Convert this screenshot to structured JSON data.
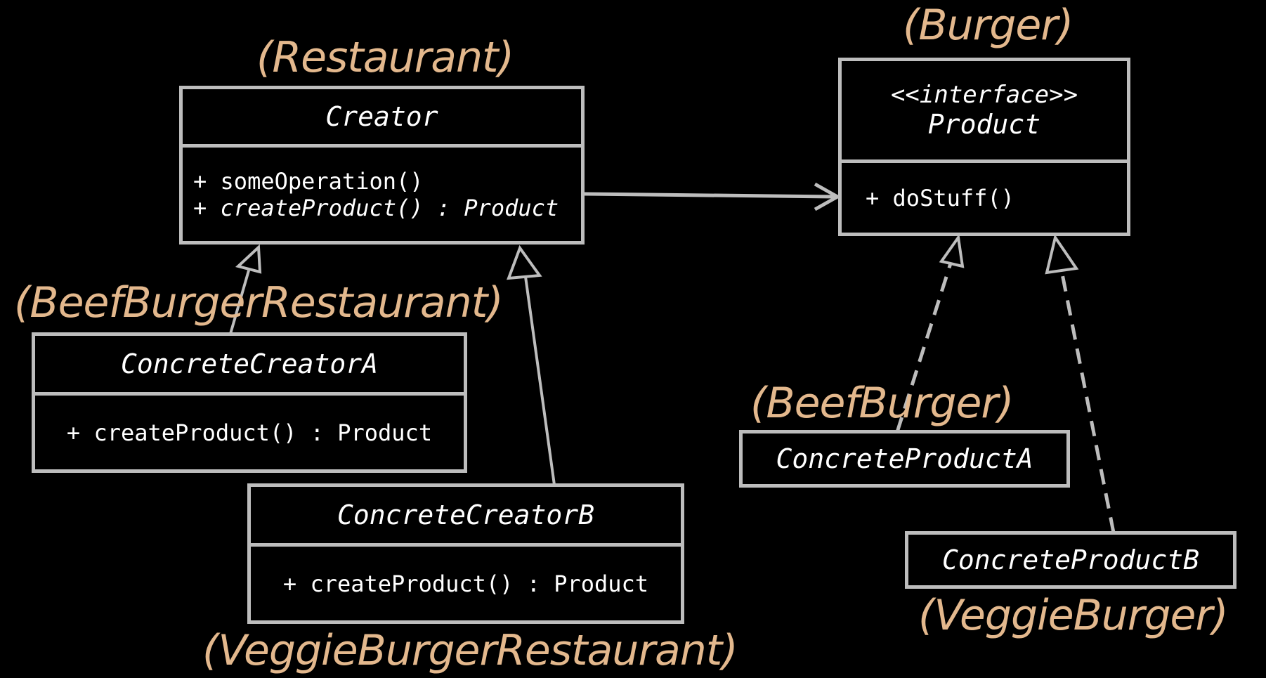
{
  "colors": {
    "background": "#000000",
    "line": "#bdbdbd",
    "alias": "#e3b88d",
    "text": "#ffffff"
  },
  "aliases": {
    "creator": "(Restaurant)",
    "product": "(Burger)",
    "creator_a": "(BeefBurgerRestaurant)",
    "creator_b": "(VeggieBurgerRestaurant)",
    "product_a": "(BeefBurger)",
    "product_b": "(VeggieBurger)"
  },
  "classes": {
    "creator": {
      "name": "Creator",
      "ops": [
        {
          "text": "+ someOperation()",
          "italic": false
        },
        {
          "text": "+ createProduct() : Product",
          "italic": true
        }
      ]
    },
    "product": {
      "stereotype": "<<interface>>",
      "name": "Product",
      "ops": [
        {
          "text": "+ doStuff()",
          "italic": false
        }
      ]
    },
    "creator_a": {
      "name": "ConcreteCreatorA",
      "ops": [
        {
          "text": "+ createProduct() : Product",
          "italic": false
        }
      ]
    },
    "creator_b": {
      "name": "ConcreteCreatorB",
      "ops": [
        {
          "text": "+ createProduct() : Product",
          "italic": false
        }
      ]
    },
    "product_a": {
      "name": "ConcreteProductA"
    },
    "product_b": {
      "name": "ConcreteProductB"
    }
  },
  "relations": [
    {
      "from": "creator",
      "to": "product",
      "type": "association"
    },
    {
      "from": "creator_a",
      "to": "creator",
      "type": "generalization"
    },
    {
      "from": "creator_b",
      "to": "creator",
      "type": "generalization"
    },
    {
      "from": "product_a",
      "to": "product",
      "type": "realization"
    },
    {
      "from": "product_b",
      "to": "product",
      "type": "realization"
    }
  ]
}
